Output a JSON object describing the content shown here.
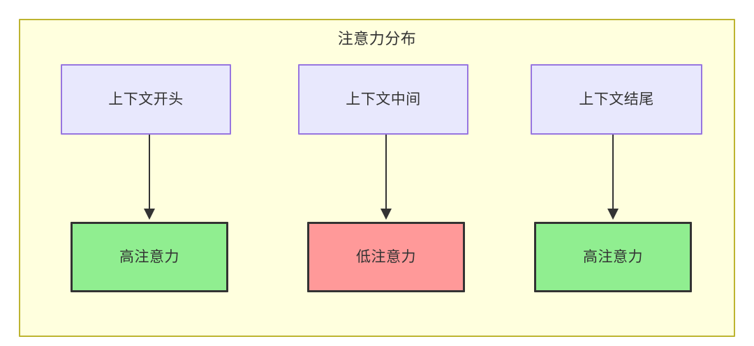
{
  "diagram": {
    "title": "注意力分布",
    "background_color": "#ffffff",
    "cluster": {
      "fill": "#ffffde",
      "border_color": "#bdb430"
    },
    "columns": [
      {
        "id": "col1",
        "context_node": {
          "label": "上下文开头",
          "fill": "#e8e8fd",
          "border_color": "#9775e0"
        },
        "attention_node": {
          "label": "高注意力",
          "level": "high",
          "fill": "#90ee90",
          "border_color": "#333333"
        }
      },
      {
        "id": "col2",
        "context_node": {
          "label": "上下文中间",
          "fill": "#e8e8fd",
          "border_color": "#9775e0"
        },
        "attention_node": {
          "label": "低注意力",
          "level": "low",
          "fill": "#ff9999",
          "border_color": "#333333"
        }
      },
      {
        "id": "col3",
        "context_node": {
          "label": "上下文结尾",
          "fill": "#e8e8fd",
          "border_color": "#9775e0"
        },
        "attention_node": {
          "label": "高注意力",
          "level": "high",
          "fill": "#90ee90",
          "border_color": "#333333"
        }
      }
    ],
    "edges": [
      {
        "from": "上下文开头",
        "to": "高注意力",
        "style": "solid-arrow"
      },
      {
        "from": "上下文中间",
        "to": "低注意力",
        "style": "solid-arrow"
      },
      {
        "from": "上下文结尾",
        "to": "高注意力",
        "style": "solid-arrow"
      }
    ]
  }
}
